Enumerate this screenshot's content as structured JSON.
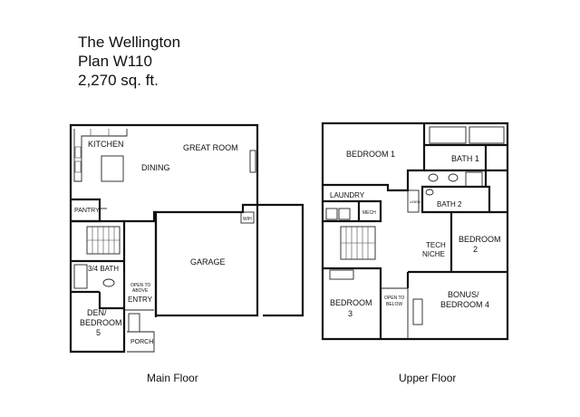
{
  "title": {
    "name": "The Wellington",
    "plan": "Plan W110",
    "area": "2,270 sq. ft."
  },
  "floors": {
    "main": {
      "caption": "Main Floor",
      "rooms": {
        "kitchen": "KITCHEN",
        "dining": "DINING",
        "great_room": "GREAT ROOM",
        "pantry": "PANTRY",
        "bath": "3/4 BATH",
        "den_line1": "DEN/",
        "den_line2": "BEDROOM",
        "den_line3": "5",
        "open_above_line1": "OPEN TO",
        "open_above_line2": "ABOVE",
        "entry": "ENTRY",
        "porch": "PORCH",
        "garage": "GARAGE",
        "wh": "W/H"
      }
    },
    "upper": {
      "caption": "Upper Floor",
      "rooms": {
        "bedroom1": "BEDROOM 1",
        "bath1": "BATH 1",
        "laundry": "LAUNDRY",
        "mech": "MECH",
        "linen": "LINEN",
        "bath2": "BATH 2",
        "tech_line1": "TECH",
        "tech_line2": "NICHE",
        "bedroom2_line1": "BEDROOM",
        "bedroom2_line2": "2",
        "bedroom3_line1": "BEDROOM",
        "bedroom3_line2": "3",
        "open_below_line1": "OPEN TO",
        "open_below_line2": "BELOW",
        "bonus_line1": "BONUS/",
        "bonus_line2": "BEDROOM 4"
      }
    }
  }
}
